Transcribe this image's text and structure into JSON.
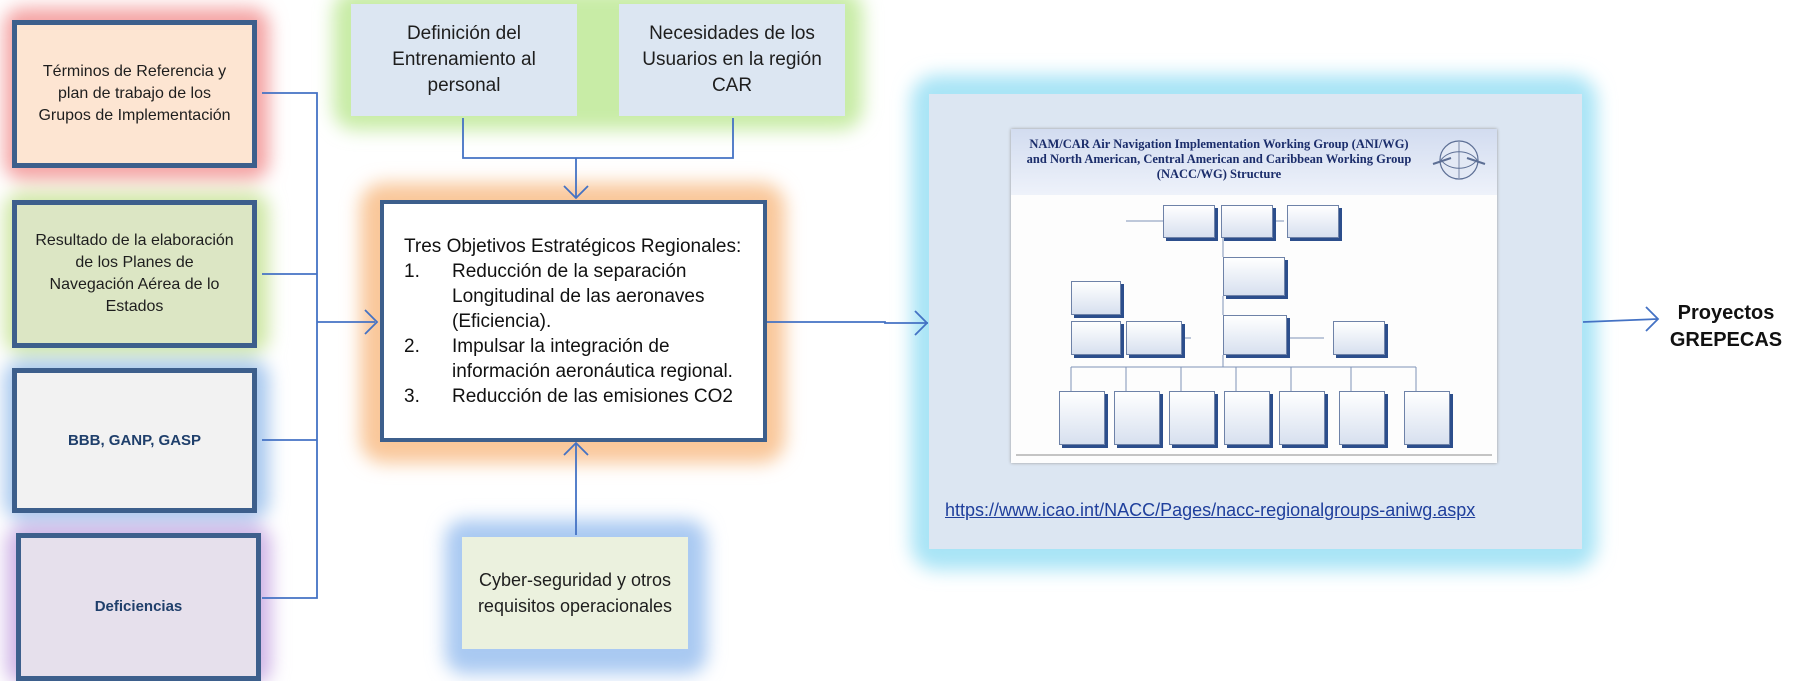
{
  "left_boxes": [
    {
      "text": "Términos de Referencia y plan de trabajo de los Grupos de Implementación",
      "fill": "#fde5d2",
      "glow": "#f4a3a3"
    },
    {
      "text": "Resultado de la elaboración de los Planes de Navegación Aérea de lo Estados",
      "fill": "#dce6c4",
      "glow": "#cfe7a5"
    },
    {
      "text": "BBB, GANP, GASP",
      "fill": "#f2f2f2",
      "glow": "#a7c8ee"
    },
    {
      "text": "Deficiencias",
      "fill": "#e6e0ec",
      "glow": "#cfb4e6"
    }
  ],
  "top_boxes": [
    {
      "text": "Definición del Entrenamiento al personal",
      "fill": "#dce6f2",
      "glow": "#c8eca6"
    },
    {
      "text": "Necesidades de los Usuarios en la región CAR",
      "fill": "#dce6f2",
      "glow": "#c8eca6"
    }
  ],
  "center": {
    "heading": "Tres Objetivos Estratégicos Regionales:",
    "objectives": [
      {
        "num": "1.",
        "text": "Reducción de la separación Longitudinal  de las aeronaves (Eficiencia)."
      },
      {
        "num": "2.",
        "text": "Impulsar la integración de información aeronáutica regional."
      },
      {
        "num": "3.",
        "text": "Reducción de las emisiones CO2"
      }
    ],
    "glow": "#f9c79a"
  },
  "bottom_box": {
    "text": "Cyber-seguridad y otros requisitos operacionales",
    "fill": "#ebf1de",
    "glow": "#a9c9f2"
  },
  "image_panel": {
    "fill": "#dce6f2",
    "glow": "#a8e4f6",
    "link": "https://www.icao.int/NACC/Pages/nacc-regionalgroups-aniwg.aspx",
    "org_chart_title": "NAM/CAR Air Navigation Implementation Working Group (ANI/WG) and North American, Central American and Caribbean Working Group (NACC/WG) Structure"
  },
  "output": {
    "text": "Proyectos GREPECAS"
  },
  "colors": {
    "line": "#4472c4",
    "box_border": "#3d5f8c",
    "link": "#1f3f9c"
  }
}
